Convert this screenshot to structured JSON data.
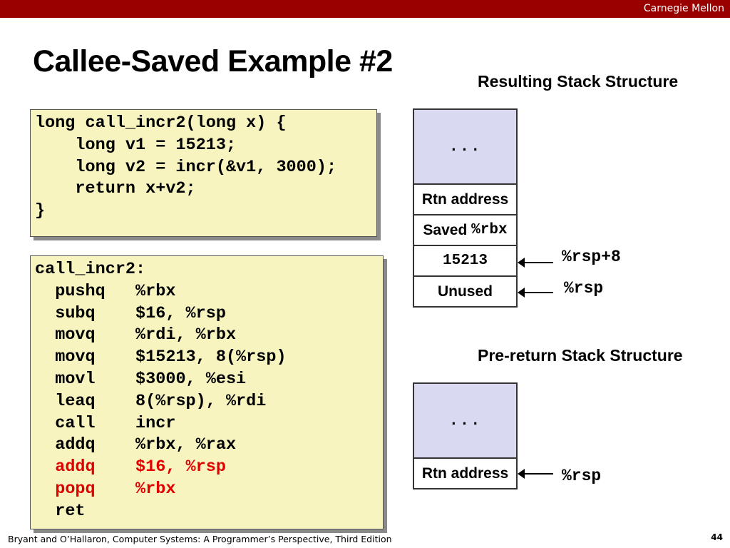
{
  "header": {
    "org": "Carnegie Mellon"
  },
  "title": "Callee-Saved Example #2",
  "c_code": [
    "long call_incr2(long x) {",
    "    long v1 = 15213;",
    "    long v2 = incr(&v1, 3000);",
    "    return x+v2;",
    "}"
  ],
  "asm": {
    "label": "call_incr2:",
    "lines": [
      {
        "op": "pushq",
        "args": "%rbx",
        "highlight": false
      },
      {
        "op": "subq",
        "args": "$16, %rsp",
        "highlight": false
      },
      {
        "op": "movq",
        "args": "%rdi, %rbx",
        "highlight": false
      },
      {
        "op": "movq",
        "args": "$15213, 8(%rsp)",
        "highlight": false
      },
      {
        "op": "movl",
        "args": "$3000, %esi",
        "highlight": false
      },
      {
        "op": "leaq",
        "args": "8(%rsp), %rdi",
        "highlight": false
      },
      {
        "op": "call",
        "args": "incr",
        "highlight": false
      },
      {
        "op": "addq",
        "args": "%rbx, %rax",
        "highlight": false
      },
      {
        "op": "addq",
        "args": "$16, %rsp",
        "highlight": true
      },
      {
        "op": "popq",
        "args": "%rbx",
        "highlight": true
      },
      {
        "op": "ret",
        "args": "",
        "highlight": false
      }
    ],
    "highlight_color": "#e00000"
  },
  "resulting_stack": {
    "heading": "Resulting Stack Structure",
    "cells": {
      "dots": "...",
      "rtn": "Rtn address",
      "saved_prefix": "Saved ",
      "saved_reg": "%rbx",
      "value": "15213",
      "unused": "Unused"
    },
    "pointers": {
      "rsp_plus_8": "%rsp+8",
      "rsp": "%rsp"
    }
  },
  "prereturn_stack": {
    "heading": "Pre-return Stack Structure",
    "cells": {
      "dots": "...",
      "rtn": "Rtn address"
    },
    "pointers": {
      "rsp": "%rsp"
    }
  },
  "footer": {
    "citation": "Bryant and O’Hallaron, Computer Systems: A Programmer’s Perspective, Third Edition",
    "page": "44"
  },
  "colors": {
    "topbar": "#990000",
    "code_bg": "#f8f4c0",
    "stack_shade": "#d9d9f2"
  }
}
